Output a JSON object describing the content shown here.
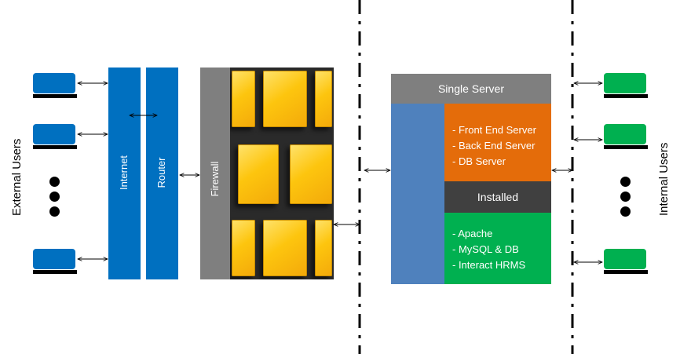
{
  "labels": {
    "external_users": "External Users",
    "internal_users": "Internal Users",
    "internet": "Internet",
    "router": "Router",
    "firewall": "Firewall"
  },
  "server": {
    "title": "Single Server",
    "installed": "Installed",
    "servers": [
      "- Front End Server",
      "- Back End Server",
      "- DB Server"
    ],
    "software": [
      "- Apache",
      "- MySQL & DB",
      "- Interact  HRMS"
    ]
  },
  "colors": {
    "external_device": "#0070c0",
    "internal_device": "#00b050",
    "network_column": "#0070c0",
    "firewall": "#7f7f7f",
    "server_header": "#7f7f7f",
    "server_side": "#4f81bd",
    "servers_box": "#e46c0a",
    "installed_box": "#404040",
    "software_box": "#00b050"
  }
}
